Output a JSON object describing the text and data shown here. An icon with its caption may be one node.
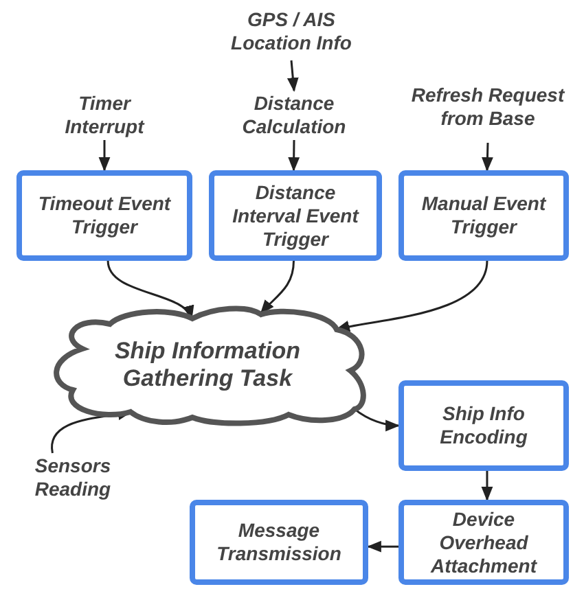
{
  "diagram": {
    "nodes": [
      {
        "text": [
          "GPS / AIS Location Info"
        ]
      },
      {
        "text": [
          "Timer Interrupt"
        ]
      },
      {
        "text": [
          "Distance Calculation"
        ]
      },
      {
        "text": [
          "Refresh Request from Base"
        ]
      },
      {
        "text": [
          "Timeout Event Trigger"
        ]
      },
      {
        "text": [
          "Distance Interval Event Trigger"
        ]
      },
      {
        "text": [
          "Manual Event Trigger"
        ]
      },
      {
        "text": [
          "Ship Information Gathering Task"
        ]
      },
      {
        "text": [
          "Sensors Reading"
        ]
      },
      {
        "text": [
          "Ship Info Encoding"
        ]
      },
      {
        "text": [
          "Device Overhead Attachment"
        ]
      },
      {
        "text": [
          "Message Transmission"
        ]
      }
    ],
    "edges": [
      {
        "from": 0,
        "to": 2,
        "arrow": "to"
      },
      {
        "from": 1,
        "to": 4,
        "arrow": "to"
      },
      {
        "from": 2,
        "to": 5,
        "arrow": "to"
      },
      {
        "from": 3,
        "to": 6,
        "arrow": "to"
      },
      {
        "from": 4,
        "to": 7,
        "arrow": "to"
      },
      {
        "from": 5,
        "to": 7,
        "arrow": "to"
      },
      {
        "from": 6,
        "to": 7,
        "arrow": "to"
      },
      {
        "from": 8,
        "to": 7,
        "arrow": "to"
      },
      {
        "from": 7,
        "to": 9,
        "arrow": "to"
      },
      {
        "from": 9,
        "to": 10,
        "arrow": "to"
      },
      {
        "from": 10,
        "to": 11,
        "arrow": "to"
      }
    ]
  }
}
